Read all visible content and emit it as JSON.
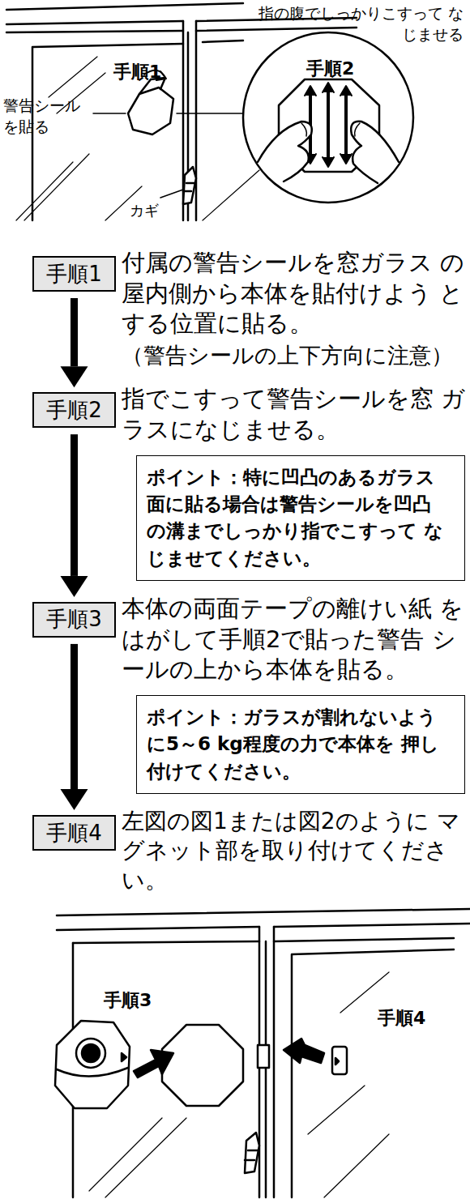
{
  "diagram": {
    "nodes": [
      {
        "text": [
          "手順1"
        ]
      },
      {
        "text": [
          "手順2"
        ]
      },
      {
        "text": [
          "ポイント：",
          "特に凹凸のあるガラス 面に貼る場合は警告シールを凹凸 の溝までしっかり指でこすって なじませてください。"
        ]
      },
      {
        "text": [
          "手順3"
        ]
      },
      {
        "text": [
          "ポイント：",
          "ガラスが割れないよう に5～6 kg程度の力で本体を 押し付けてください。"
        ]
      },
      {
        "text": [
          "手順4"
        ]
      }
    ],
    "edges": [
      {
        "from": 0,
        "to": 1,
        "arrow": "to"
      },
      {
        "from": 1,
        "to": 3,
        "arrow": "to"
      },
      {
        "from": 3,
        "to": 5,
        "arrow": "to"
      }
    ],
    "labels": [
      "指の腹でしっかりこすって なじませる",
      "手順1",
      "警告シール を貼る",
      "手順2",
      "カギ",
      "付属の警告シールを窓ガラス の屋内側から本体を貼付けよう とする位置に貼る。",
      "（警告シールの上下方向に注意）",
      "指でこすって警告シールを窓 ガラスになじませる。",
      "本体の両面テープの離けい紙 をはがして手順2で貼った警告 シールの上から本体を貼る。",
      "左図の図1または図2のように マグネット部を取り付けてください。",
      "手順3",
      "手順4"
    ]
  }
}
